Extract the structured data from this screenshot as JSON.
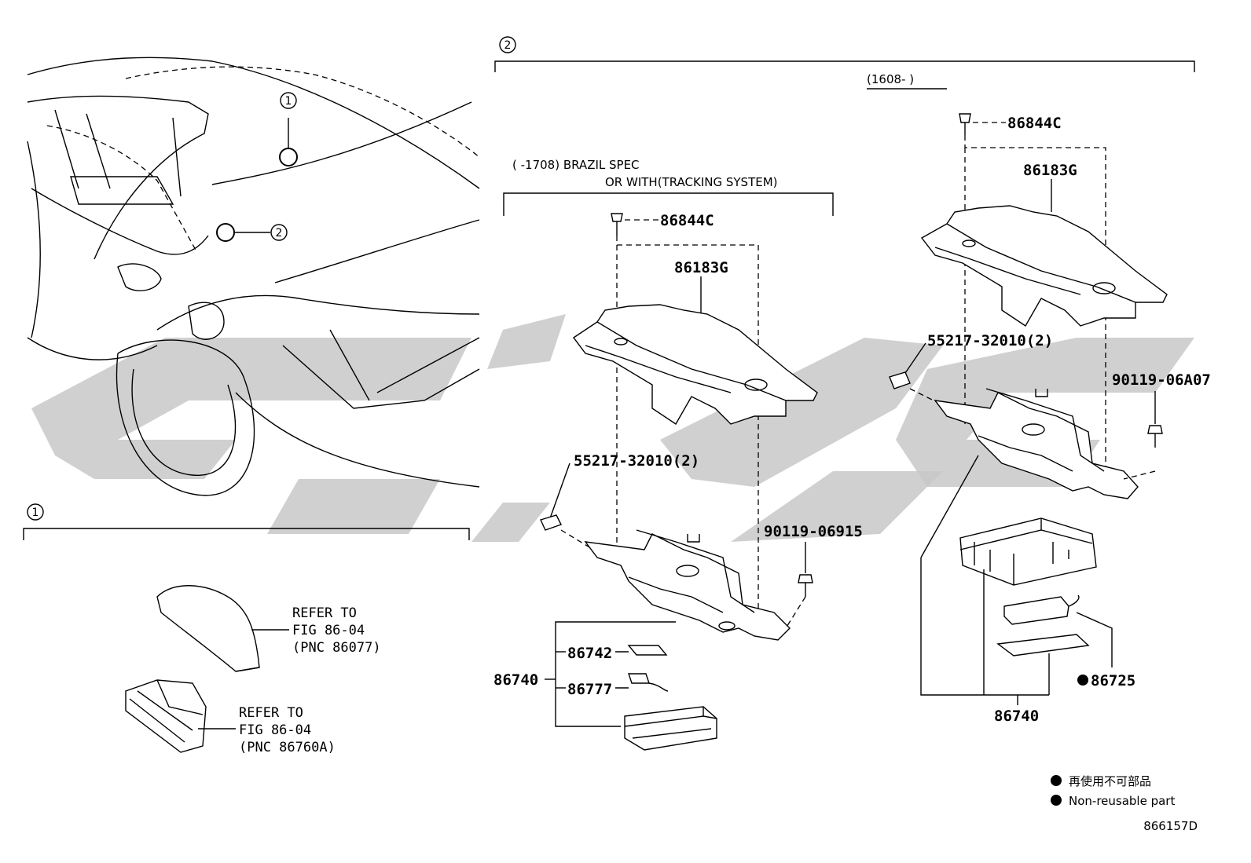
{
  "diagram": {
    "callouts": {
      "one": "1",
      "two": "2"
    },
    "section2": {
      "date_range": "(1608-    )",
      "left_group": {
        "range_label": "(    -1708) BRAZIL SPEC",
        "condition_label": "OR WITH(TRACKING SYSTEM)"
      }
    },
    "parts": {
      "left": {
        "clip": "86844C",
        "cover": "86183G",
        "bracket_clip": "55217-32010(2)",
        "bolt": "90119-06915",
        "assy": "86740",
        "sub1": "86742",
        "sub2": "86777"
      },
      "right": {
        "clip": "86844C",
        "cover": "86183G",
        "bracket_clip": "55217-32010(2)",
        "bolt": "90119-06A07",
        "assy": "86740",
        "sub1": "86725"
      }
    },
    "section1": {
      "ref1_line1": "REFER TO",
      "ref1_line2": "FIG 86-04",
      "ref1_line3": "(PNC 86077)",
      "ref2_line1": "REFER TO",
      "ref2_line2": "FIG 86-04",
      "ref2_line3": "(PNC 86760A)"
    },
    "legend": {
      "jp": "再使用不可部品",
      "en": "Non-reusable part"
    },
    "figure_id": "866157D",
    "colors": {
      "line": "#000000",
      "watermark": "#c8c8c8",
      "background": "#ffffff"
    }
  }
}
